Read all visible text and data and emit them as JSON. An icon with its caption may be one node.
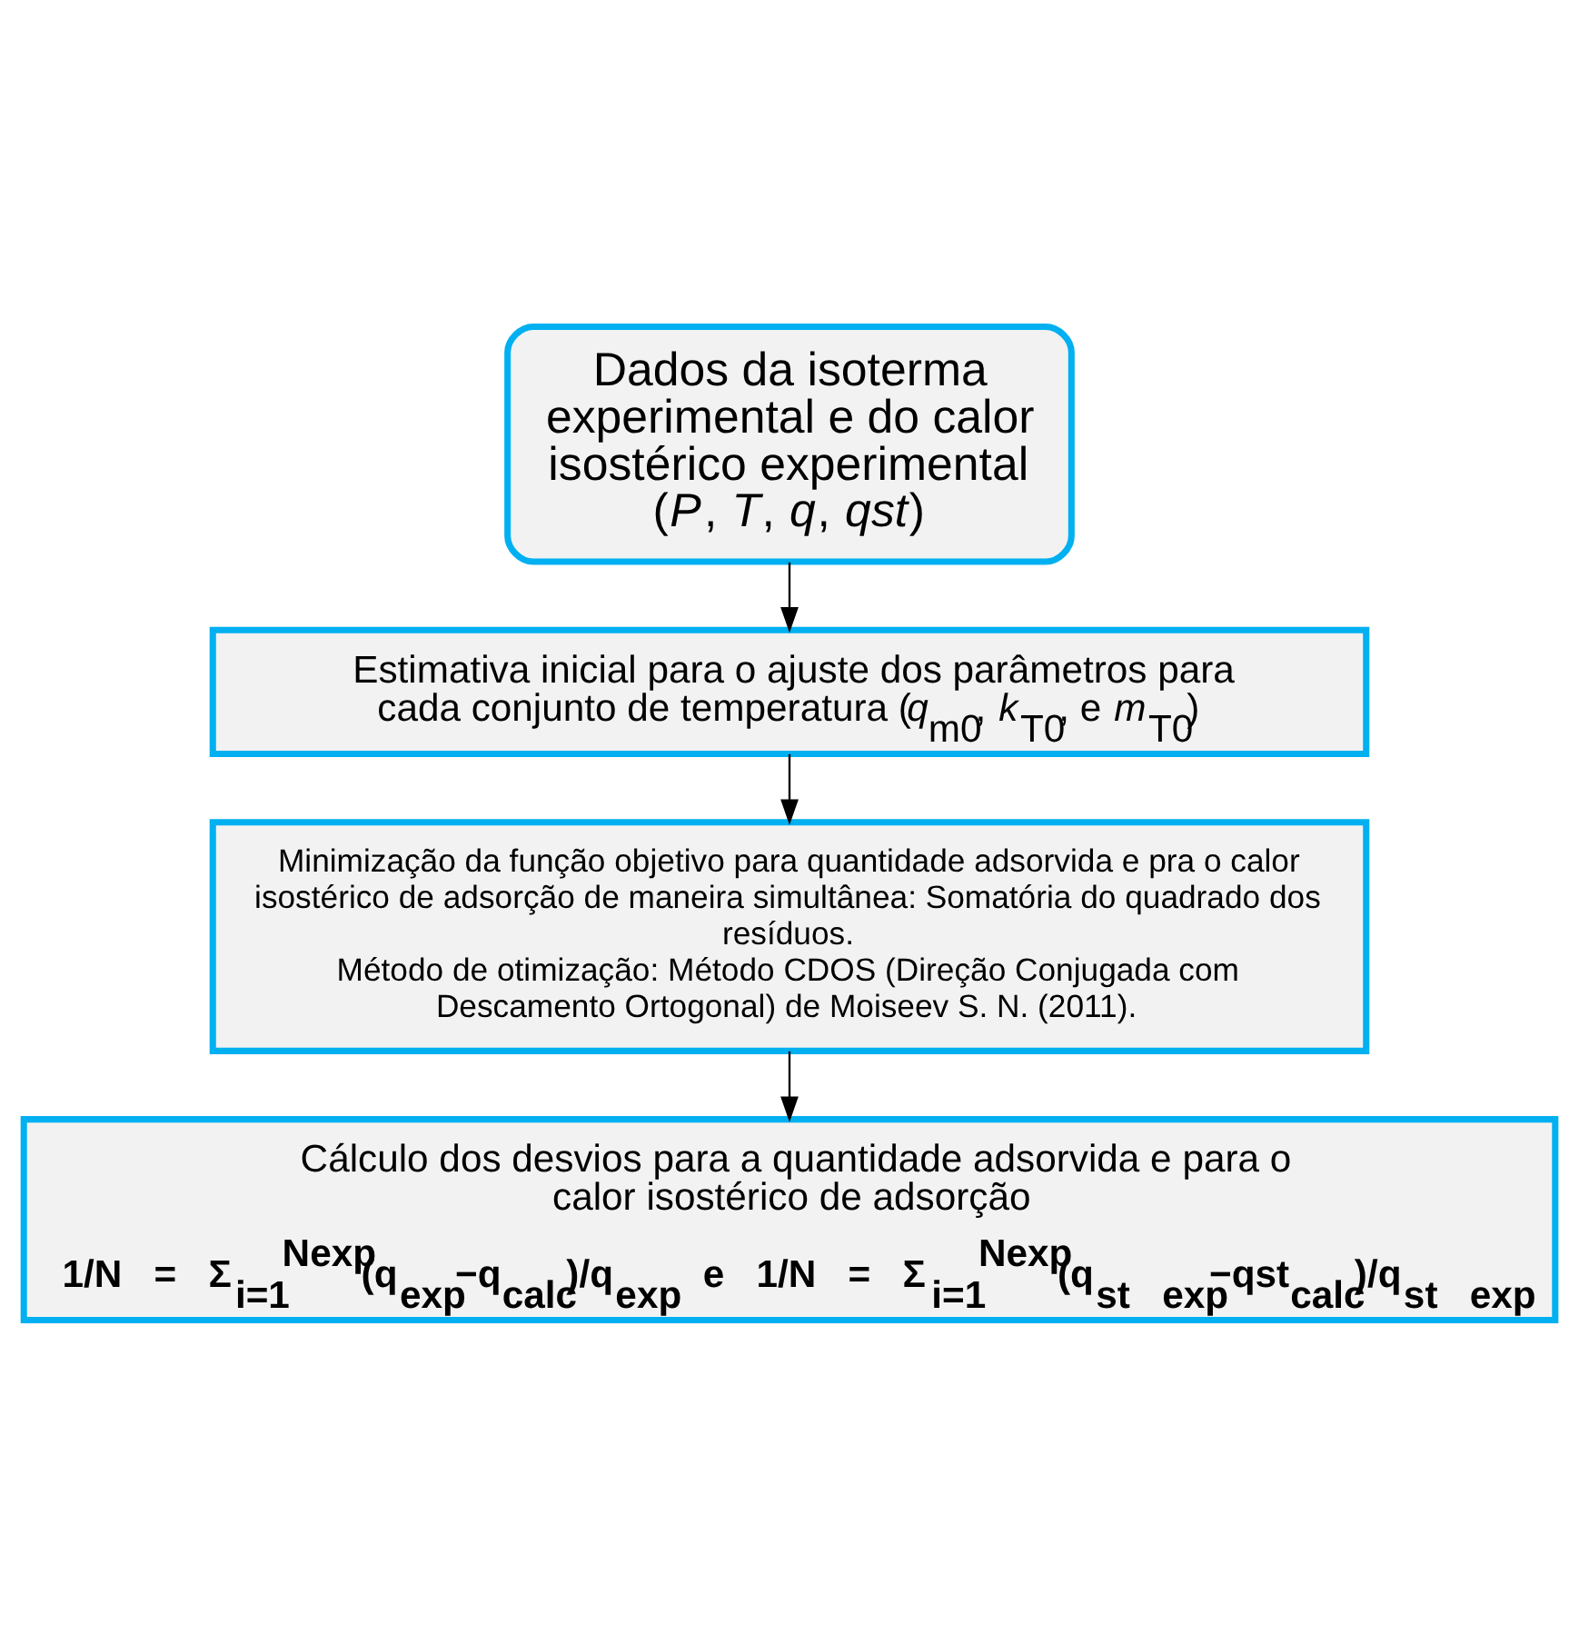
{
  "diagram": {
    "nodes": [
      {
        "text": [
          "Dados da isoterma experimental e do calor isostérico experimental (*P*, *T*, *q*, *qst*)"
        ]
      },
      {
        "text": [
          "Estimativa inicial para o ajuste dos parâmetros para cada conjunto de temperatura (*q*$_{m0}$, *k*$_{T0}$, e *m*$_{T0}$)"
        ]
      },
      {
        "text": [
          "Minimização da função objetivo para quantidade adsorvida e pra o calor isostérico de adsorção de maneira simultânea: Somatória do quadrado dos resíduos.",
          "Método de otimização: Método CDOS (Direção Conjugada com Descamento Ortogonal) de Moiseev S. N. (2011)."
        ]
      },
      {
        "text": [
          "Cálculo dos desvios para a quantidade adsorvida e para o calor isostérico de adsorção",
          "1/N = Σ$_{i=1}$$^{Nexp}$(q$_{exp}$−q$_{calc}$)/q$_{exp}$ e 1/N = Σ$_{i=1}$$^{Nexp}$(q$_{st exp}$−qst$_{calc}$)/q$_{st exp}$"
        ]
      }
    ],
    "edges": [
      {
        "from": 0,
        "to": 1,
        "arrow": "to"
      },
      {
        "from": 1,
        "to": 2,
        "arrow": "to"
      },
      {
        "from": 2,
        "to": 3,
        "arrow": "to"
      }
    ]
  }
}
